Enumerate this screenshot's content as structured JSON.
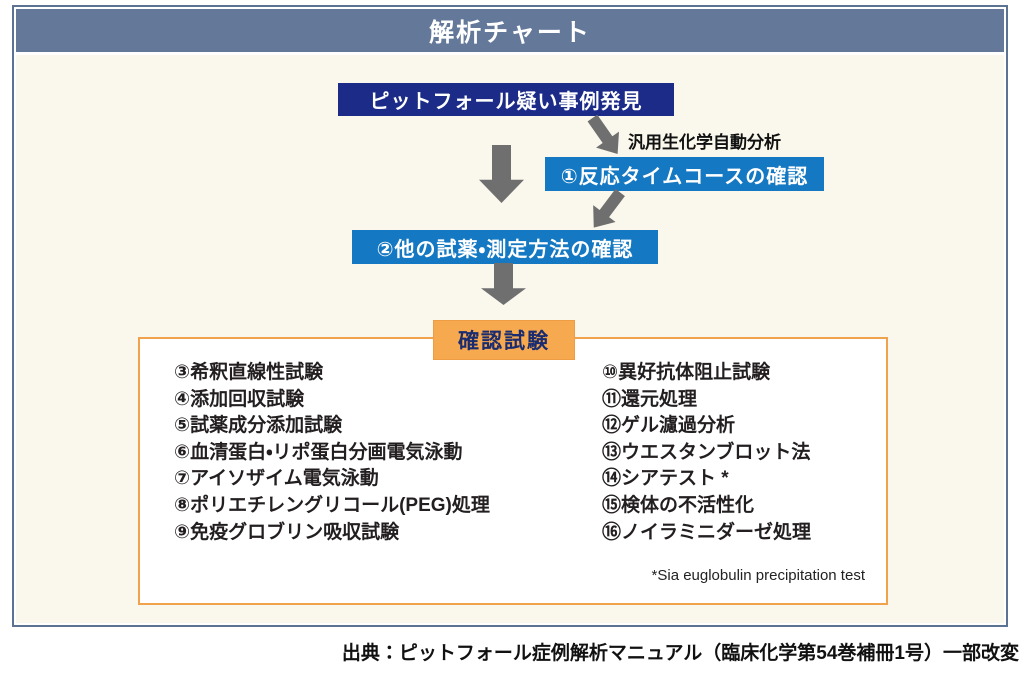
{
  "header": {
    "title": "解析チャート"
  },
  "flow": {
    "start_box": "ピットフォール疑い事例発見",
    "branch_label": "汎用生化学自動分析",
    "step1": "①反応タイムコースの確認",
    "step2": "②他の試薬・測定方法の確認",
    "confirm_box": "確認試験"
  },
  "tests": {
    "left": [
      "③希釈直線性試験",
      "④添加回収試験",
      "⑤試薬成分添加試験",
      "⑥血清蛋白・リポ蛋白分画電気泳動",
      "⑦アイソザイム電気泳動",
      "⑧ポリエチレングリコール(PEG)処理",
      "⑨免疫グロブリン吸収試験"
    ],
    "right": [
      "⑩異好抗体阻止試験",
      "⑪還元処理",
      "⑫ゲル濾過分析",
      "⑬ウエスタンブロット法",
      "⑭シアテスト *",
      "⑮検体の不活性化",
      "⑯ノイラミニダーゼ処理"
    ],
    "footnote": "*Sia euglobulin precipitation test"
  },
  "source": "出典：ピットフォール症例解析マニュアル（臨床化学第54巻補冊1号）一部改変",
  "colors": {
    "header_bg": "#64799a",
    "frame_border": "#5d7394",
    "content_bg": "#faf7ec",
    "start_box_bg": "#1b2b87",
    "step_box_bg": "#1478c2",
    "confirm_bg": "#f6a94f",
    "confirm_text": "#1a2c6f",
    "test_box_border": "#f0a24d",
    "arrow": "#6f6f6f"
  }
}
